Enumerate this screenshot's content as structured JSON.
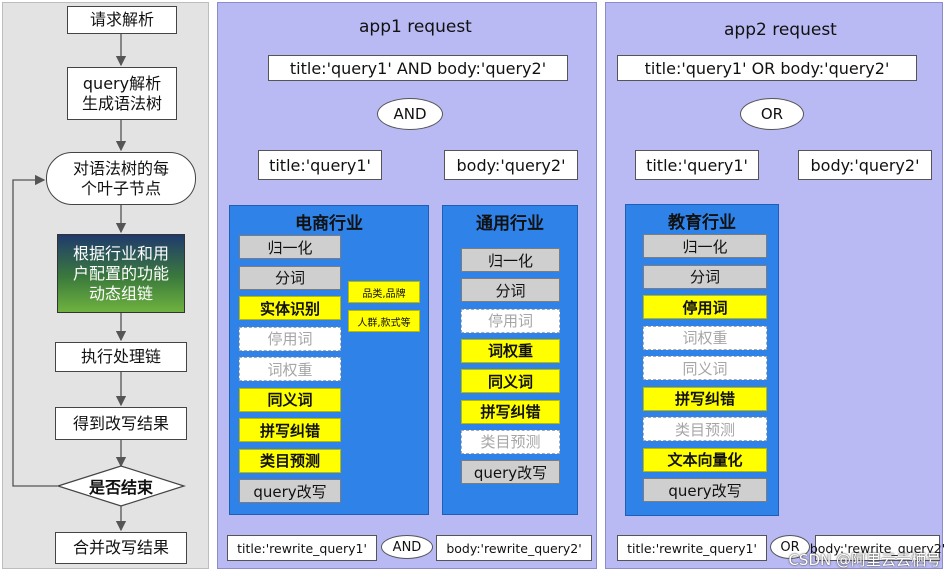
{
  "flow": {
    "steps": [
      "请求解析",
      "query解析\n生成语法树",
      "对语法树的每\n个叶子节点",
      "根据行业和用\n户配置的功能\n动态组链",
      "执行处理链",
      "得到改写结果",
      "是否结束",
      "合并改写结果"
    ]
  },
  "app1": {
    "title": "app1 request",
    "query": "title:'query1' AND body:'query2'",
    "operator": "AND",
    "left_leaf": "title:'query1'",
    "right_leaf": "body:'query2'",
    "industry_a": {
      "name": "电商行业",
      "steps": [
        {
          "label": "归一化",
          "state": "gray"
        },
        {
          "label": "分词",
          "state": "gray"
        },
        {
          "label": "实体识别",
          "state": "yellow"
        },
        {
          "label": "停用词",
          "state": "off"
        },
        {
          "label": "词权重",
          "state": "off"
        },
        {
          "label": "同义词",
          "state": "yellow"
        },
        {
          "label": "拼写纠错",
          "state": "yellow"
        },
        {
          "label": "类目预测",
          "state": "yellow"
        },
        {
          "label": "query改写",
          "state": "gray"
        }
      ],
      "notes": [
        "品类,品牌",
        "人群,款式等"
      ]
    },
    "industry_b": {
      "name": "通用行业",
      "steps": [
        {
          "label": "归一化",
          "state": "gray"
        },
        {
          "label": "分词",
          "state": "gray"
        },
        {
          "label": "停用词",
          "state": "off"
        },
        {
          "label": "词权重",
          "state": "yellow"
        },
        {
          "label": "同义词",
          "state": "yellow"
        },
        {
          "label": "拼写纠错",
          "state": "yellow"
        },
        {
          "label": "类目预测",
          "state": "off"
        },
        {
          "label": "query改写",
          "state": "gray"
        }
      ]
    },
    "result_left": "title:'rewrite_query1'",
    "result_op": "AND",
    "result_right": "body:'rewrite_query2'"
  },
  "app2": {
    "title": "app2 request",
    "query": "title:'query1' OR body:'query2'",
    "operator": "OR",
    "left_leaf": "title:'query1'",
    "right_leaf": "body:'query2'",
    "industry": {
      "name": "教育行业",
      "steps": [
        {
          "label": "归一化",
          "state": "gray"
        },
        {
          "label": "分词",
          "state": "gray"
        },
        {
          "label": "停用词",
          "state": "yellow"
        },
        {
          "label": "词权重",
          "state": "off"
        },
        {
          "label": "同义词",
          "state": "off"
        },
        {
          "label": "拼写纠错",
          "state": "yellow"
        },
        {
          "label": "类目预测",
          "state": "off"
        },
        {
          "label": "文本向量化",
          "state": "yellow"
        },
        {
          "label": "query改写",
          "state": "gray"
        }
      ]
    },
    "result_left": "title:'rewrite_query1'",
    "result_op": "OR",
    "result_right": "body:'rewrite_query2'"
  },
  "watermark": "CSDN @阿里云云栖号",
  "colors": {
    "panel_blue": "#b9b9f4",
    "industry_blue": "#2f82e8",
    "highlight_yellow": "#ffff00",
    "gray_step": "#cfcfcf"
  }
}
